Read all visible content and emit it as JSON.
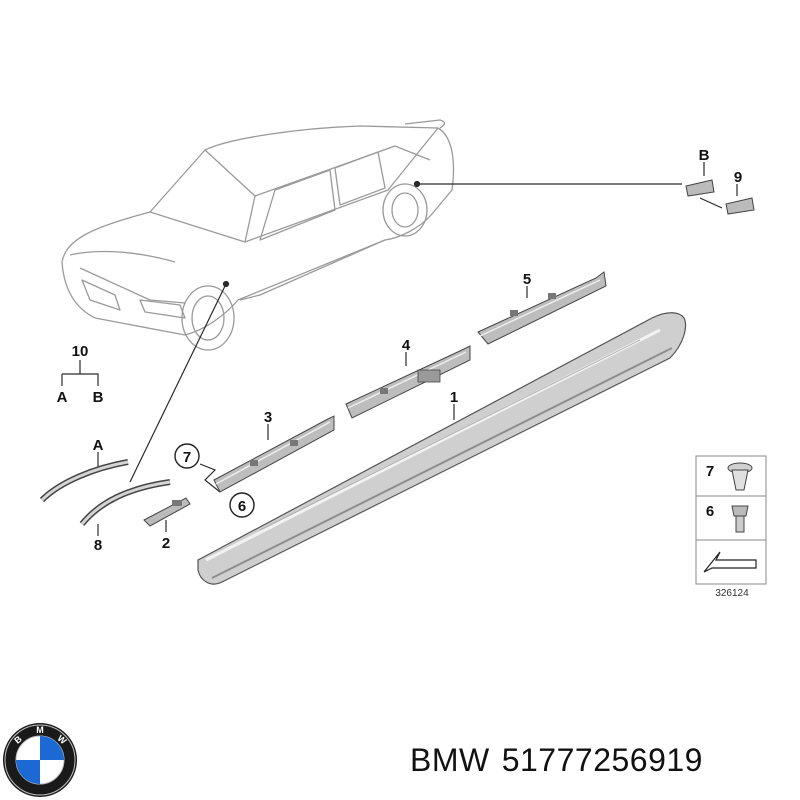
{
  "labels": {
    "p1": "1",
    "p2": "2",
    "p3": "3",
    "p4": "4",
    "p5": "5",
    "p6": "6",
    "p7": "7",
    "p8": "8",
    "p9": "9",
    "p10": "10",
    "a_top": "A",
    "a_left": "A",
    "b_left": "B",
    "b_top": "B",
    "legend_7": "7",
    "legend_6": "6"
  },
  "diagram_number": "326124",
  "caption": {
    "brand": "BMW",
    "part_number": "51777256919"
  },
  "logo": {
    "letters": [
      "B",
      "M",
      "W"
    ],
    "blue": "#1c69d4",
    "ring": "#1a1a1a"
  },
  "colors": {
    "line": "#2a2a2a",
    "part_fill": "#c8c8c8",
    "part_dark": "#8a8a8a"
  }
}
